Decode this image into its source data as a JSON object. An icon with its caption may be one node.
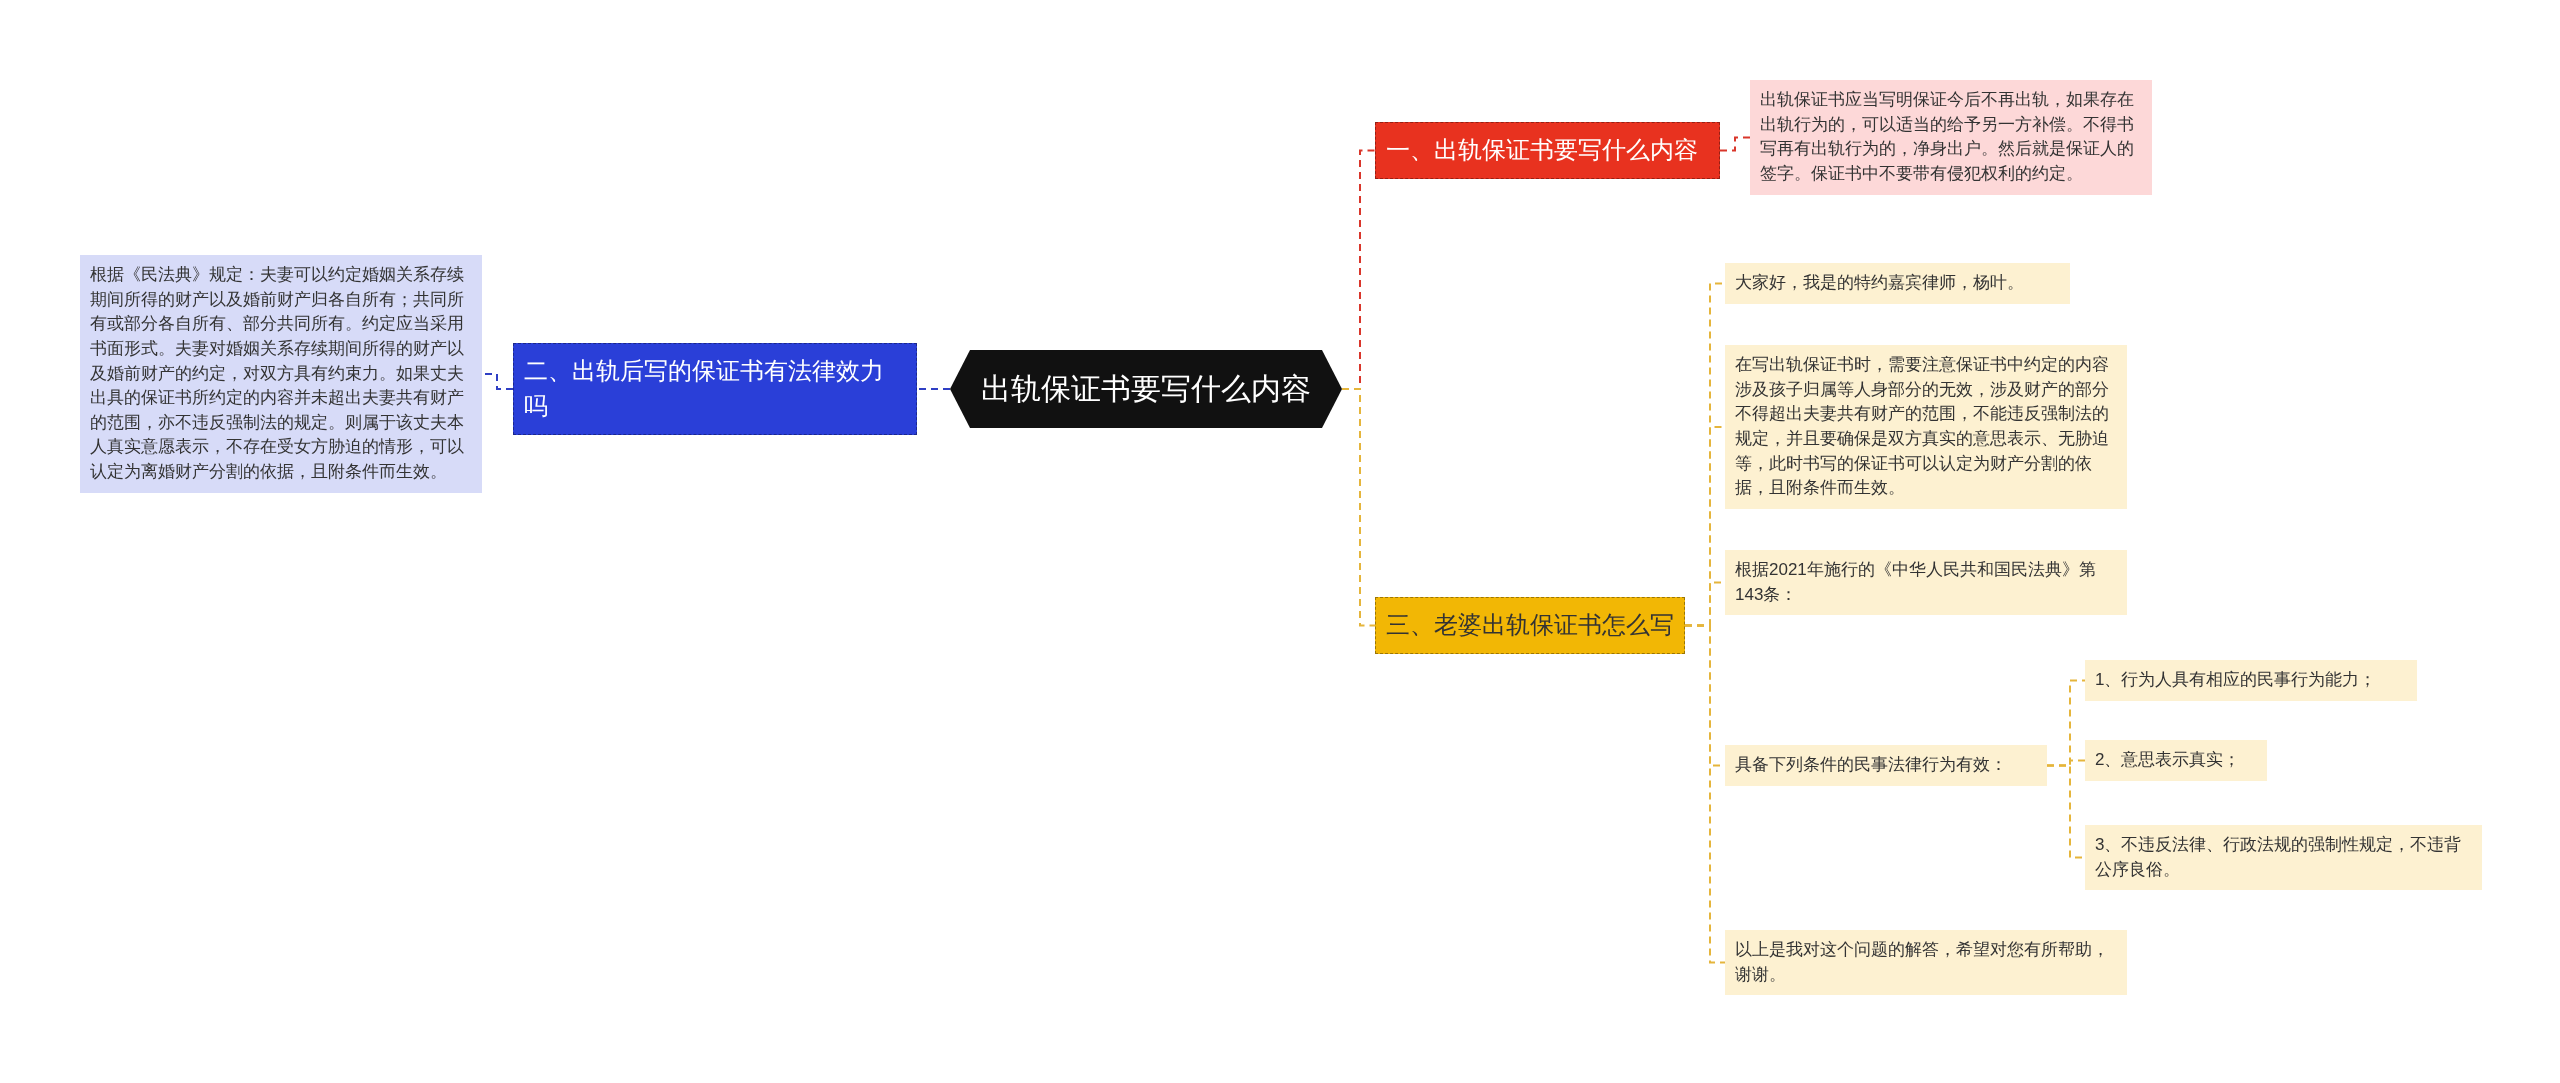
{
  "diagram": {
    "nodes": [
      {
        "text": [
          "出轨保证书要写什么内容"
        ]
      },
      {
        "text": [
          "一、出轨保证书要写什么内容"
        ]
      },
      {
        "text": [
          "出轨保证书应当写明保证今后不再出轨，如果存在出轨行为的，可以适当的给予另一方补偿。不得书写再有出轨行为的，净身出户。然后就是保证人的签字。保证书中不要带有侵犯权利的约定。"
        ]
      },
      {
        "text": [
          "二、出轨后写的保证书有法律效力吗"
        ]
      },
      {
        "text": [
          "根据《民法典》规定：夫妻可以约定婚姻关系存续期间所得的财产以及婚前财产归各自所有；共同所有或部分各自所有、部分共同所有。约定应当采用书面形式。夫妻对婚姻关系存续期间所得的财产以及婚前财产的约定，对双方具有约束力。如果丈夫出具的保证书所约定的内容并未超出夫妻共有财产的范围，亦不违反强制法的规定。则属于该丈夫本人真实意愿表示，不存在受女方胁迫的情形，可以认定为离婚财产分割的依据，且附条件而生效。"
        ]
      },
      {
        "text": [
          "三、老婆出轨保证书怎么写"
        ]
      },
      {
        "text": [
          "大家好，我是的特约嘉宾律师，杨叶。"
        ]
      },
      {
        "text": [
          "在写出轨保证书时，需要注意保证书中约定的内容涉及孩子归属等人身部分的无效，涉及财产的部分不得超出夫妻共有财产的范围，不能违反强制法的规定，并且要确保是双方真实的意思表示、无胁迫等，此时书写的保证书可以认定为财产分割的依据，且附条件而生效。"
        ]
      },
      {
        "text": [
          "根据2021年施行的《中华人民共和国民法典》第143条："
        ]
      },
      {
        "text": [
          "具备下列条件的民事法律行为有效："
        ]
      },
      {
        "text": [
          "1、行为人具有相应的民事行为能力；"
        ]
      },
      {
        "text": [
          "2、意思表示真实；"
        ]
      },
      {
        "text": [
          "3、不违反法律、行政法规的强制性规定，不违背公序良俗。"
        ]
      },
      {
        "text": [
          "以上是我对这个问题的解答，希望对您有所帮助，谢谢。"
        ]
      }
    ],
    "edges": [
      {
        "from": 0,
        "to": 1,
        "arrow": "none",
        "style": "dashed",
        "color": "#d9362b"
      },
      {
        "from": 1,
        "to": 2,
        "arrow": "none",
        "style": "dashed",
        "color": "#d9362b"
      },
      {
        "from": 0,
        "to": 3,
        "arrow": "none",
        "style": "dashed",
        "color": "#2f3fc4"
      },
      {
        "from": 3,
        "to": 4,
        "arrow": "none",
        "style": "dashed",
        "color": "#2f3fc4"
      },
      {
        "from": 0,
        "to": 5,
        "arrow": "none",
        "style": "dashed"
      },
      {
        "from": 5,
        "to": 6,
        "arrow": "none",
        "style": "dashed"
      },
      {
        "from": 5,
        "to": 7,
        "arrow": "none",
        "style": "dashed"
      },
      {
        "from": 5,
        "to": 8,
        "arrow": "none",
        "style": "dashed"
      },
      {
        "from": 5,
        "to": 9,
        "arrow": "none",
        "style": "dashed"
      },
      {
        "from": 9,
        "to": 10,
        "arrow": "none",
        "style": "dashed"
      },
      {
        "from": 9,
        "to": 11,
        "arrow": "none",
        "style": "dashed"
      },
      {
        "from": 9,
        "to": 12,
        "arrow": "none",
        "style": "dashed"
      },
      {
        "from": 5,
        "to": 13,
        "arrow": "none",
        "style": "dashed"
      }
    ]
  }
}
